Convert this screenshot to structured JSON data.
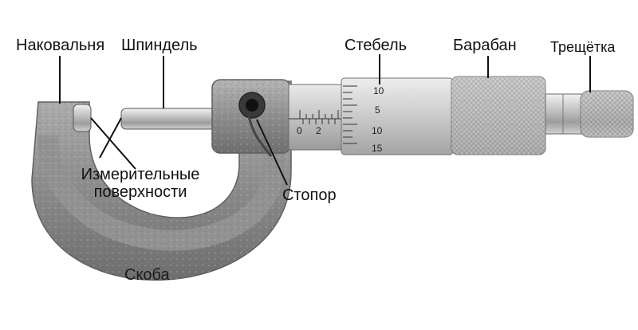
{
  "labels": {
    "anvil": "Наковальня",
    "spindle": "Шпиндель",
    "sleeve": "Стебель",
    "thimble": "Барабан",
    "ratchet": "Трещётка",
    "measuring_faces_line1": "Измерительные",
    "measuring_faces_line2": "поверхности",
    "lock": "Стопор",
    "frame": "Скоба"
  },
  "scale": {
    "sleeve_numbers": [
      "0",
      "2"
    ],
    "thimble_numbers": [
      "10",
      "5",
      "10",
      "15"
    ]
  },
  "colors": {
    "background": "#ffffff",
    "frame_metal": "#9a9a9a",
    "chrome": "#d8d8d8",
    "label_text": "#111111",
    "leader_line": "#111111"
  }
}
